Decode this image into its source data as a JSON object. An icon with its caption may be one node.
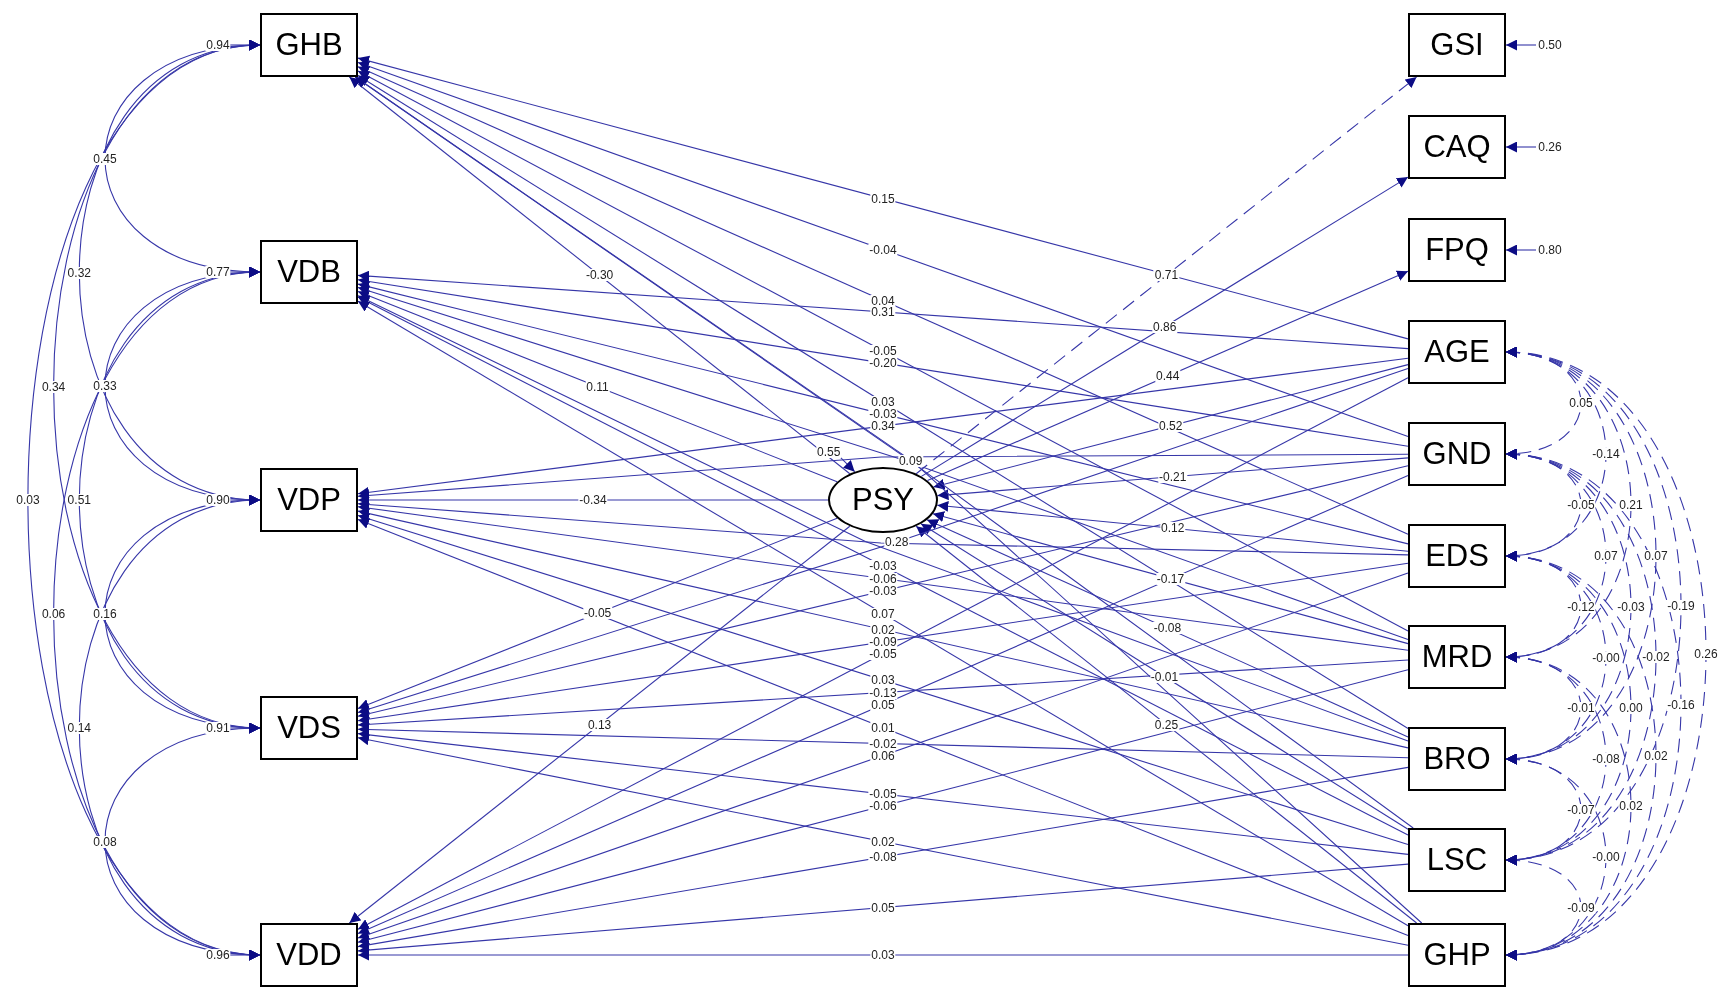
{
  "diagram": {
    "nodes": [
      {
        "text": [
          "GHB"
        ]
      },
      {
        "text": [
          "VDB"
        ]
      },
      {
        "text": [
          "VDP"
        ]
      },
      {
        "text": [
          "VDS"
        ]
      },
      {
        "text": [
          "VDD"
        ]
      },
      {
        "text": [
          "PSY"
        ]
      },
      {
        "text": [
          "GSI"
        ]
      },
      {
        "text": [
          "CAQ"
        ]
      },
      {
        "text": [
          "FPQ"
        ]
      },
      {
        "text": [
          "AGE"
        ]
      },
      {
        "text": [
          "GND"
        ]
      },
      {
        "text": [
          "EDS"
        ]
      },
      {
        "text": [
          "MRD"
        ]
      },
      {
        "text": [
          "BRO"
        ]
      },
      {
        "text": [
          "LSC"
        ]
      },
      {
        "text": [
          "GHP"
        ]
      }
    ],
    "edges": [
      {
        "from": null,
        "to": 0,
        "arrow": "to",
        "label": "0.94"
      },
      {
        "from": null,
        "to": 1,
        "arrow": "to",
        "label": "0.77"
      },
      {
        "from": null,
        "to": 2,
        "arrow": "to",
        "label": "0.90"
      },
      {
        "from": null,
        "to": 3,
        "arrow": "to",
        "label": "0.91"
      },
      {
        "from": null,
        "to": 4,
        "arrow": "to",
        "label": "0.96"
      },
      {
        "from": null,
        "to": 5,
        "arrow": "to",
        "label": "0.55"
      },
      {
        "from": null,
        "to": 6,
        "arrow": "to",
        "label": "0.50"
      },
      {
        "from": null,
        "to": 7,
        "arrow": "to",
        "label": "0.26"
      },
      {
        "from": null,
        "to": 8,
        "arrow": "to",
        "label": "0.80"
      },
      {
        "from": 0,
        "to": 1,
        "arrow": "both",
        "label": "0.45"
      },
      {
        "from": 0,
        "to": 2,
        "arrow": "both",
        "label": "0.32"
      },
      {
        "from": 0,
        "to": 3,
        "arrow": "both",
        "label": "0.34"
      },
      {
        "from": 0,
        "to": 4,
        "arrow": "both",
        "label": "0.03"
      },
      {
        "from": 1,
        "to": 2,
        "arrow": "both",
        "label": "0.33"
      },
      {
        "from": 1,
        "to": 3,
        "arrow": "both",
        "label": "0.51"
      },
      {
        "from": 1,
        "to": 4,
        "arrow": "both",
        "label": "0.06"
      },
      {
        "from": 2,
        "to": 3,
        "arrow": "both",
        "label": "0.16"
      },
      {
        "from": 2,
        "to": 4,
        "arrow": "both",
        "label": "0.14"
      },
      {
        "from": 3,
        "to": 4,
        "arrow": "both",
        "label": "0.08"
      },
      {
        "from": 5,
        "to": 6,
        "arrow": "to",
        "label": "0.71",
        "style": "dashed"
      },
      {
        "from": 5,
        "to": 7,
        "arrow": "to",
        "label": "0.86"
      },
      {
        "from": 5,
        "to": 8,
        "arrow": "to",
        "label": "0.44"
      },
      {
        "from": 5,
        "to": 0,
        "arrow": "to",
        "label": "-0.30"
      },
      {
        "from": 5,
        "to": 1,
        "arrow": "to",
        "label": "0.11"
      },
      {
        "from": 5,
        "to": 2,
        "arrow": "to",
        "label": "-0.34"
      },
      {
        "from": 5,
        "to": 3,
        "arrow": "to",
        "label": "-0.05"
      },
      {
        "from": 5,
        "to": 4,
        "arrow": "to",
        "label": "0.13"
      },
      {
        "from": 9,
        "to": 5,
        "arrow": "to",
        "label": "0.52"
      },
      {
        "from": 10,
        "to": 5,
        "arrow": "to",
        "label": "-0.21"
      },
      {
        "from": 11,
        "to": 5,
        "arrow": "to",
        "label": "0.12"
      },
      {
        "from": 12,
        "to": 5,
        "arrow": "to",
        "label": "-0.17"
      },
      {
        "from": 13,
        "to": 5,
        "arrow": "to",
        "label": "-0.08"
      },
      {
        "from": 14,
        "to": 5,
        "arrow": "to",
        "label": "-0.01"
      },
      {
        "from": 15,
        "to": 5,
        "arrow": "to",
        "label": "0.25"
      },
      {
        "from": 9,
        "to": 0,
        "arrow": "to",
        "label": "0.15"
      },
      {
        "from": 10,
        "to": 0,
        "arrow": "to",
        "label": "-0.04"
      },
      {
        "from": 11,
        "to": 0,
        "arrow": "to",
        "label": "0.04"
      },
      {
        "from": 12,
        "to": 0,
        "arrow": "to",
        "label": "-0.05"
      },
      {
        "from": 13,
        "to": 0,
        "arrow": "to",
        "label": "0.03"
      },
      {
        "from": 14,
        "to": 0,
        "arrow": "to",
        "label": "0.09"
      },
      {
        "from": 15,
        "to": 0,
        "arrow": "to"
      },
      {
        "from": 9,
        "to": 1,
        "arrow": "to",
        "label": "0.31"
      },
      {
        "from": 10,
        "to": 1,
        "arrow": "to",
        "label": "-0.20"
      },
      {
        "from": 11,
        "to": 1,
        "arrow": "to",
        "label": "-0.03"
      },
      {
        "from": 12,
        "to": 1,
        "arrow": "to"
      },
      {
        "from": 13,
        "to": 1,
        "arrow": "to"
      },
      {
        "from": 14,
        "to": 1,
        "arrow": "to",
        "label": "-0.03"
      },
      {
        "from": 15,
        "to": 1,
        "arrow": "to",
        "label": "0.07"
      },
      {
        "from": 9,
        "to": 2,
        "arrow": "to",
        "label": "0.34"
      },
      {
        "from": 10,
        "to": 2,
        "arrow": "to"
      },
      {
        "from": 11,
        "to": 2,
        "arrow": "to"
      },
      {
        "from": 12,
        "to": 2,
        "arrow": "to",
        "label": "-0.06"
      },
      {
        "from": 13,
        "to": 2,
        "arrow": "to",
        "label": "0.02"
      },
      {
        "from": 14,
        "to": 2,
        "arrow": "to",
        "label": "0.03"
      },
      {
        "from": 15,
        "to": 2,
        "arrow": "to",
        "label": "0.01"
      },
      {
        "from": 9,
        "to": 3,
        "arrow": "to",
        "label": "0.28"
      },
      {
        "from": 10,
        "to": 3,
        "arrow": "to",
        "label": "-0.03"
      },
      {
        "from": 11,
        "to": 3,
        "arrow": "to",
        "label": "-0.09"
      },
      {
        "from": 12,
        "to": 3,
        "arrow": "to",
        "label": "-0.13"
      },
      {
        "from": 13,
        "to": 3,
        "arrow": "to",
        "label": "-0.02"
      },
      {
        "from": 14,
        "to": 3,
        "arrow": "to",
        "label": "-0.05"
      },
      {
        "from": 15,
        "to": 3,
        "arrow": "to",
        "label": "0.02"
      },
      {
        "from": 9,
        "to": 4,
        "arrow": "to",
        "label": "-0.05"
      },
      {
        "from": 10,
        "to": 4,
        "arrow": "to",
        "label": "0.05"
      },
      {
        "from": 11,
        "to": 4,
        "arrow": "to",
        "label": "0.06"
      },
      {
        "from": 12,
        "to": 4,
        "arrow": "to",
        "label": "-0.06"
      },
      {
        "from": 13,
        "to": 4,
        "arrow": "to",
        "label": "-0.08"
      },
      {
        "from": 14,
        "to": 4,
        "arrow": "to",
        "label": "0.05"
      },
      {
        "from": 15,
        "to": 4,
        "arrow": "to",
        "label": "0.03"
      },
      {
        "from": 9,
        "to": 10,
        "arrow": "both",
        "label": "0.05",
        "style": "dashed"
      },
      {
        "from": 9,
        "to": 11,
        "arrow": "both",
        "label": "-0.14",
        "style": "dashed"
      },
      {
        "from": 9,
        "to": 12,
        "arrow": "both",
        "label": "0.21",
        "style": "dashed"
      },
      {
        "from": 9,
        "to": 13,
        "arrow": "both",
        "label": "0.07",
        "style": "dashed"
      },
      {
        "from": 9,
        "to": 14,
        "arrow": "both",
        "label": "-0.19",
        "style": "dashed"
      },
      {
        "from": 9,
        "to": 15,
        "arrow": "both",
        "label": "0.26",
        "style": "dashed"
      },
      {
        "from": 10,
        "to": 11,
        "arrow": "both",
        "label": "-0.05",
        "style": "dashed"
      },
      {
        "from": 10,
        "to": 12,
        "arrow": "both",
        "label": "0.07",
        "style": "dashed"
      },
      {
        "from": 10,
        "to": 13,
        "arrow": "both",
        "label": "-0.03",
        "style": "dashed"
      },
      {
        "from": 10,
        "to": 14,
        "arrow": "both",
        "label": "-0.02",
        "style": "dashed"
      },
      {
        "from": 10,
        "to": 15,
        "arrow": "both",
        "label": "-0.16",
        "style": "dashed"
      },
      {
        "from": 11,
        "to": 12,
        "arrow": "both",
        "label": "-0.12",
        "style": "dashed"
      },
      {
        "from": 11,
        "to": 13,
        "arrow": "both",
        "label": "-0.00",
        "style": "dashed"
      },
      {
        "from": 11,
        "to": 14,
        "arrow": "both",
        "label": "0.00",
        "style": "dashed"
      },
      {
        "from": 11,
        "to": 15,
        "arrow": "both",
        "label": "0.02",
        "style": "dashed"
      },
      {
        "from": 12,
        "to": 13,
        "arrow": "both",
        "label": "-0.01",
        "style": "dashed"
      },
      {
        "from": 12,
        "to": 14,
        "arrow": "both",
        "label": "-0.08",
        "style": "dashed"
      },
      {
        "from": 12,
        "to": 15,
        "arrow": "both",
        "label": "0.02",
        "style": "dashed"
      },
      {
        "from": 13,
        "to": 14,
        "arrow": "both",
        "label": "-0.07",
        "style": "dashed"
      },
      {
        "from": 13,
        "to": 15,
        "arrow": "both",
        "label": "-0.00",
        "style": "dashed"
      },
      {
        "from": 14,
        "to": 15,
        "arrow": "both",
        "label": "-0.09",
        "style": "dashed"
      }
    ]
  }
}
